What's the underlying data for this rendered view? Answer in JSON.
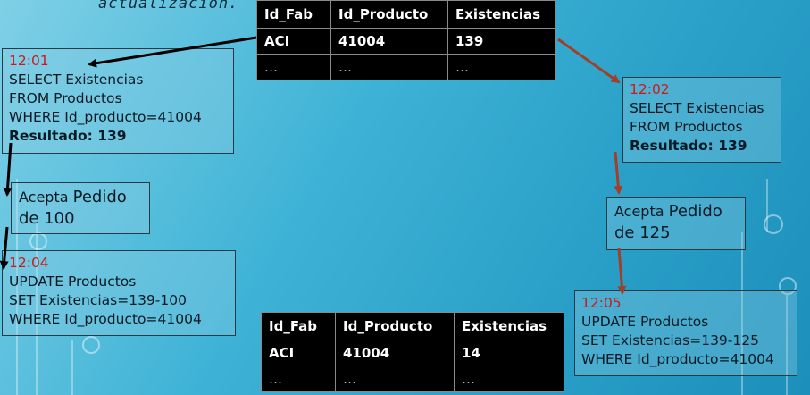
{
  "caption": "actualización.",
  "table_columns": [
    "Id_Fab",
    "Id_Producto",
    "Existencias"
  ],
  "table_top": {
    "rows": [
      [
        "ACI",
        "41004",
        "139"
      ],
      [
        "…",
        "…",
        "…"
      ]
    ]
  },
  "table_bottom": {
    "rows": [
      [
        "ACI",
        "41004",
        "14"
      ],
      [
        "…",
        "…",
        "…"
      ]
    ]
  },
  "left_read": {
    "time": "12:01",
    "lines": [
      "SELECT Existencias",
      "FROM Productos",
      "WHERE Id_producto=41004"
    ],
    "result": "Resultado: 139"
  },
  "left_accept": {
    "prefix": "Acepta ",
    "word": "Pedido",
    "line2": "de 100"
  },
  "left_update": {
    "time": "12:04",
    "lines": [
      "UPDATE Productos",
      "SET Existencias=139-100",
      "WHERE Id_producto=41004"
    ]
  },
  "right_read": {
    "time": "12:02",
    "lines": [
      "SELECT Existencias",
      "FROM Productos"
    ],
    "result": "Resultado: 139"
  },
  "right_accept": {
    "prefix": "Acepta ",
    "word": "Pedido",
    "line2": "de 125"
  },
  "right_update": {
    "time": "12:05",
    "lines": [
      "UPDATE Productos",
      "SET Existencias=139-125",
      "WHERE Id_producto=41004"
    ]
  },
  "colors": {
    "arrow_left": "#000000",
    "arrow_right": "#a0402a",
    "time": "#cc1a1a"
  }
}
